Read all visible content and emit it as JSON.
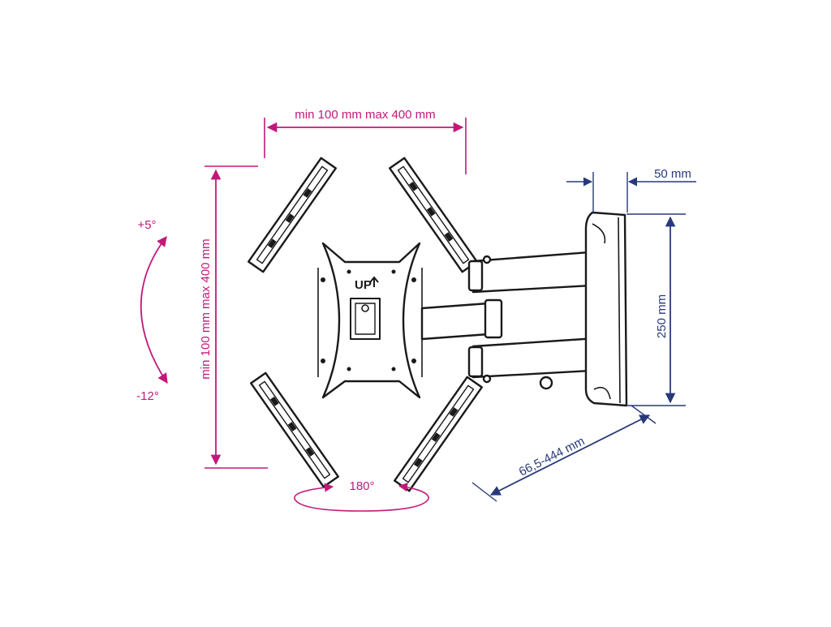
{
  "colors": {
    "magenta": "#c2187a",
    "navy": "#27397a",
    "line": "#1a1a1a",
    "fill": "#ffffff"
  },
  "labels": {
    "width_range": "min 100 mm max 400 mm",
    "height_range": "min 100 mm max 400 mm",
    "tilt_up": "+5°",
    "tilt_down": "-12°",
    "swivel": "180°",
    "wall_plate_depth": "50 mm",
    "wall_plate_height": "250 mm",
    "arm_extension": "66,5-444 mm",
    "up_marker": "UP"
  },
  "icons": {
    "up_arrow": "up-arrow-icon"
  }
}
